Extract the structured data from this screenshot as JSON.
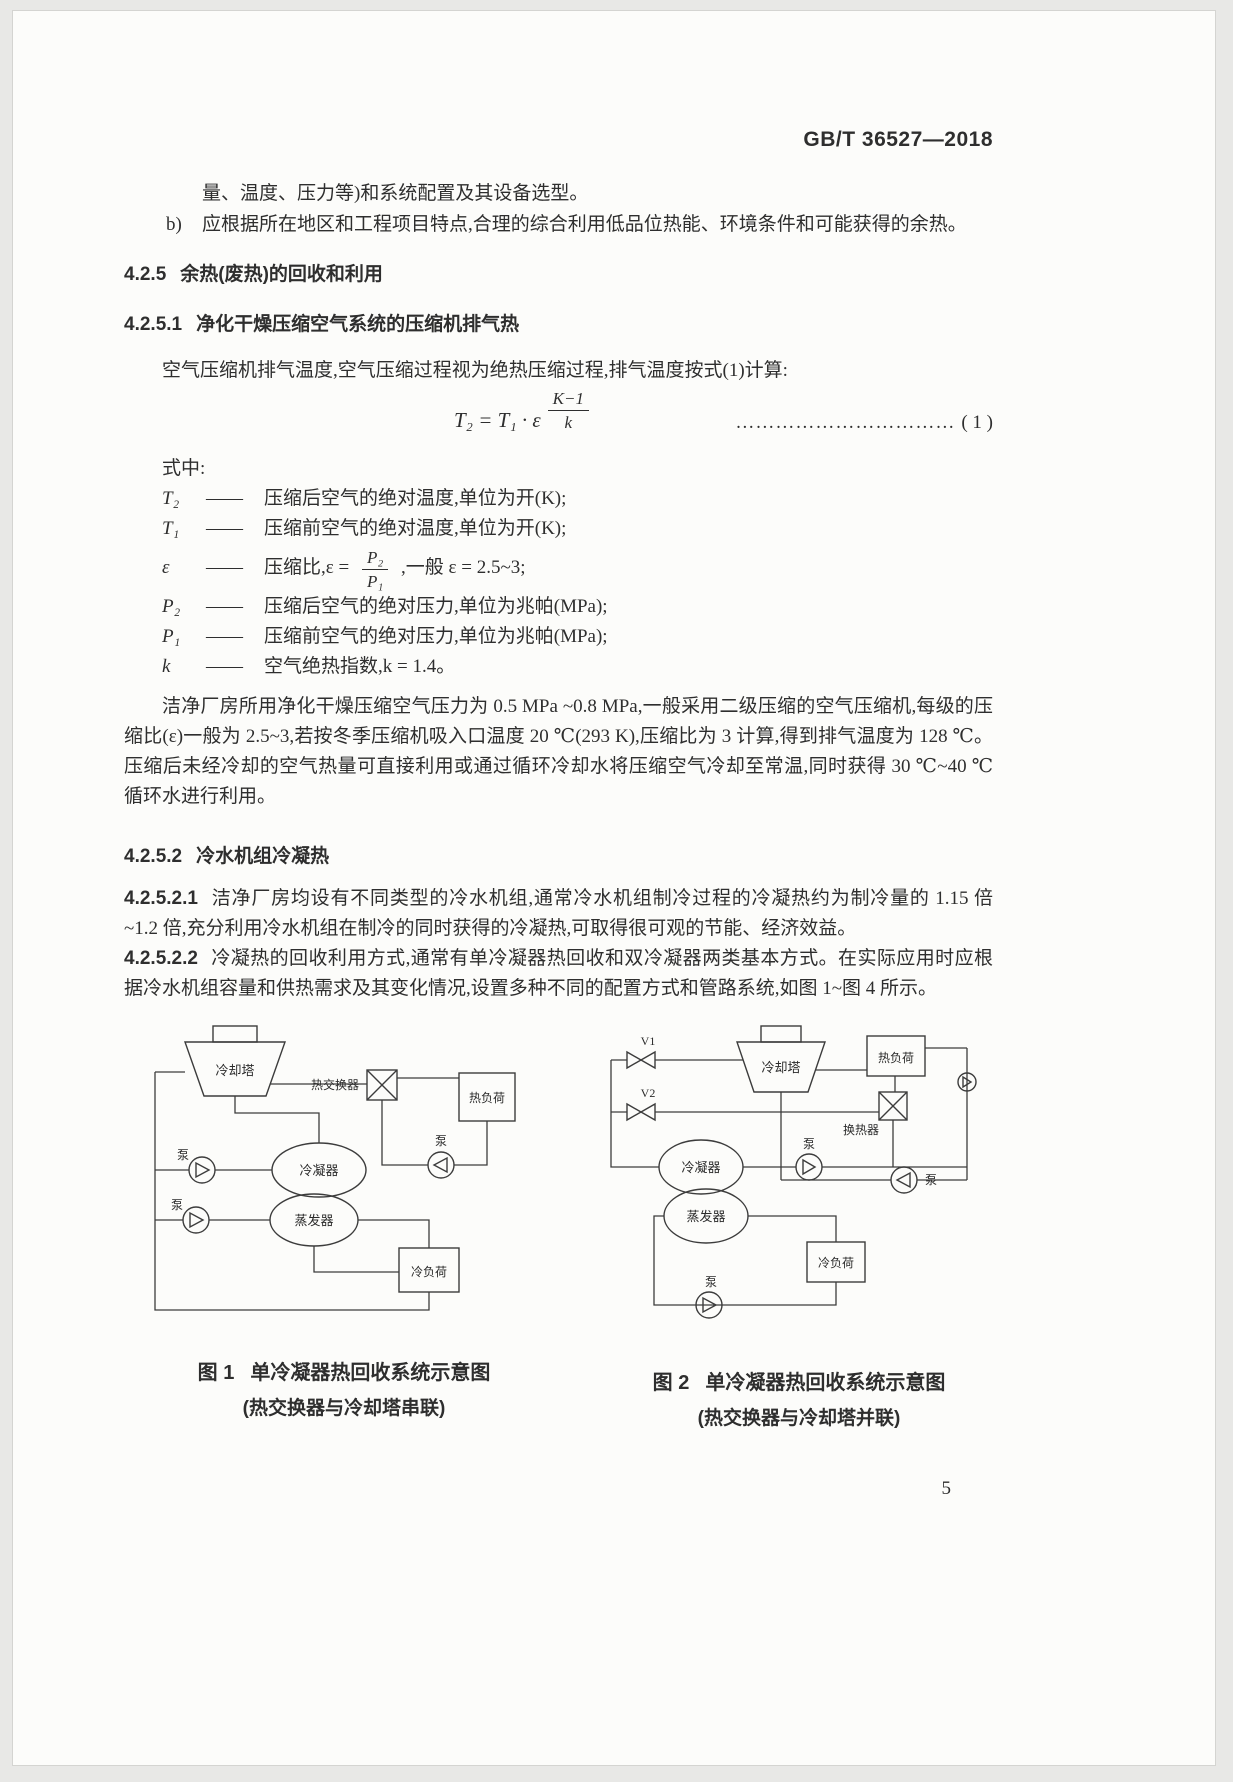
{
  "header": {
    "doc_number": "GB/T 36527—2018"
  },
  "intro": {
    "continuation": "量、温度、压力等)和系统配置及其设备选型。",
    "item_b_label": "b)",
    "item_b_text": "应根据所在地区和工程项目特点,合理的综合利用低品位热能、环境条件和可能获得的余热。"
  },
  "sections": {
    "s425_num": "4.2.5",
    "s425_title": "余热(废热)的回收和利用",
    "s4251_num": "4.2.5.1",
    "s4251_title": "净化干燥压缩空气系统的压缩机排气热",
    "s4252_num": "4.2.5.2",
    "s4252_title": "冷水机组冷凝热",
    "s42521_num": "4.2.5.2.1",
    "s42521_text": "洁净厂房均设有不同类型的冷水机组,通常冷水机组制冷过程的冷凝热约为制冷量的 1.15 倍~1.2 倍,充分利用冷水机组在制冷的同时获得的冷凝热,可取得很可观的节能、经济效益。",
    "s42522_num": "4.2.5.2.2",
    "s42522_text": "冷凝热的回收利用方式,通常有单冷凝器热回收和双冷凝器两类基本方式。在实际应用时应根据冷水机组容量和供热需求及其变化情况,设置多种不同的配置方式和管路系统,如图 1~图 4 所示。"
  },
  "formula_block": {
    "intro": "空气压缩机排气温度,空气压缩过程视为绝热压缩过程,排气温度按式(1)计算:",
    "lhs": "T₂ = T₁ · ε",
    "frac_num": "K−1",
    "frac_den": "k",
    "dots": "……………………………",
    "number": "( 1 )",
    "where_label": "式中:"
  },
  "definitions": [
    {
      "symbol": "T₂",
      "dash": "——",
      "text": "压缩后空气的绝对温度,单位为开(K);"
    },
    {
      "symbol": "T₁",
      "dash": "——",
      "text": "压缩前空气的绝对温度,单位为开(K);"
    },
    {
      "symbol": "ε",
      "dash": "——",
      "pre": "压缩比,ε =",
      "frac_num": "P₂",
      "frac_den": "P₁",
      "post": ",一般 ε = 2.5~3;"
    },
    {
      "symbol": "P₂",
      "dash": "——",
      "text": "压缩后空气的绝对压力,单位为兆帕(MPa);"
    },
    {
      "symbol": "P₁",
      "dash": "——",
      "text": "压缩前空气的绝对压力,单位为兆帕(MPa);"
    },
    {
      "symbol": "k",
      "dash": "——",
      "text": "空气绝热指数,k = 1.4。"
    }
  ],
  "paragraph_4251": "洁净厂房所用净化干燥压缩空气压力为 0.5 MPa ~0.8 MPa,一般采用二级压缩的空气压缩机,每级的压缩比(ε)一般为 2.5~3,若按冬季压缩机吸入口温度 20 ℃(293 K),压缩比为 3 计算,得到排气温度为 128 ℃。压缩后未经冷却的空气热量可直接利用或通过循环冷却水将压缩空气冷却至常温,同时获得 30 ℃~40 ℃循环水进行利用。",
  "figure1": {
    "labels": {
      "cooling_tower": "冷却塔",
      "heat_exchanger": "热交换器",
      "heat_load": "热负荷",
      "pump": "泵",
      "condenser": "冷凝器",
      "evaporator": "蒸发器",
      "cooling_load": "冷负荷"
    },
    "caption_label": "图 1",
    "caption_title": "单冷凝器热回收系统示意图",
    "caption_sub": "(热交换器与冷却塔串联)"
  },
  "figure2": {
    "labels": {
      "v1": "V1",
      "v2": "V2",
      "cooling_tower": "冷却塔",
      "heat_load": "热负荷",
      "heat_exchanger": "换热器",
      "pump": "泵",
      "condenser": "冷凝器",
      "evaporator": "蒸发器",
      "cooling_load": "冷负荷"
    },
    "caption_label": "图 2",
    "caption_title": "单冷凝器热回收系统示意图",
    "caption_sub": "(热交换器与冷却塔并联)"
  },
  "footer": {
    "page_number": "5"
  }
}
